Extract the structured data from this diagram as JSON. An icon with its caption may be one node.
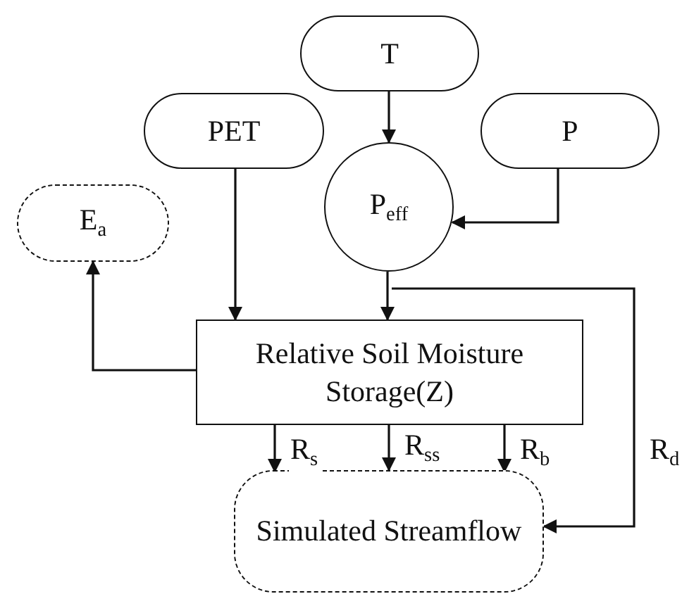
{
  "diagram": {
    "nodes": [
      {
        "text": [
          "T"
        ]
      },
      {
        "text": [
          "PET"
        ]
      },
      {
        "text": [
          "P"
        ]
      },
      {
        "text": [
          "P$_{eff}$"
        ]
      },
      {
        "text": [
          "E$_{a}$"
        ]
      },
      {
        "text": [
          "Relative Soil Moisture Storage(Z)"
        ]
      },
      {
        "text": [
          "Simulated Streamflow"
        ]
      }
    ],
    "edges": [
      {
        "from": 0,
        "to": 3,
        "arrow": "to"
      },
      {
        "from": 2,
        "to": 3,
        "arrow": "to"
      },
      {
        "from": 1,
        "to": 5,
        "arrow": "to"
      },
      {
        "from": 3,
        "to": 5,
        "arrow": "to"
      },
      {
        "from": 5,
        "to": 4,
        "arrow": "to"
      },
      {
        "from": 5,
        "to": 6,
        "arrow": "to",
        "label": "R$_{s}$"
      },
      {
        "from": 5,
        "to": 6,
        "arrow": "to",
        "label": "R$_{ss}$"
      },
      {
        "from": 5,
        "to": 6,
        "arrow": "to",
        "label": "R$_{b}$"
      },
      {
        "from": 3,
        "to": 6,
        "arrow": "to",
        "label": "R$_{d}$"
      }
    ]
  }
}
